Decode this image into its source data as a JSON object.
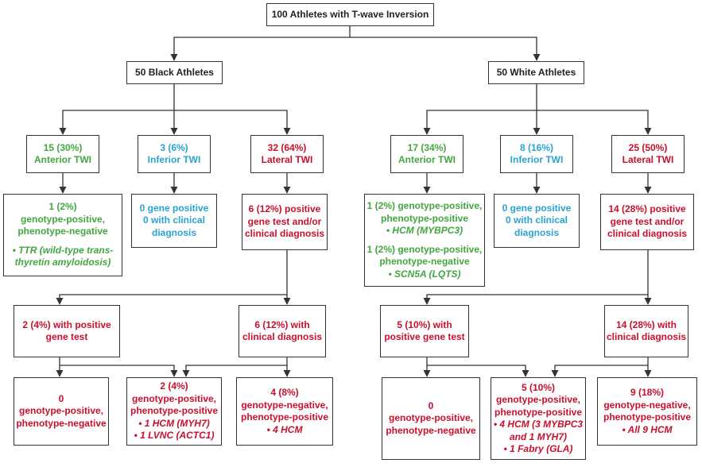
{
  "colors": {
    "green": "#43a63f",
    "blue": "#2aa3d0",
    "red": "#c8102e",
    "dark": "#222222",
    "line": "#333333"
  },
  "root": "100 Athletes with T-wave Inversion",
  "black": {
    "title": "50 Black Athletes",
    "anterior": {
      "pct": "15 (30%)",
      "label": "Anterior TWI"
    },
    "inferior": {
      "pct": "3 (6%)",
      "label": "Inferior TWI"
    },
    "lateral": {
      "pct": "32 (64%)",
      "label": "Lateral TWI"
    },
    "anterior_result": {
      "l1": "1 (2%)",
      "l2": "genotype-positive,",
      "l3": "phenotype-negative",
      "b1": "• TTR (wild-type trans-",
      "b2": "thyretin amyloidosis)"
    },
    "inferior_result": {
      "l1": "0 gene positive",
      "l2": "0 with clinical",
      "l3": "diagnosis"
    },
    "lateral_result": {
      "l1": "6 (12%) positive",
      "l2": "gene test and/or",
      "l3": "clinical diagnosis"
    },
    "gene_test": {
      "l1": "2 (4%) with positive",
      "l2": "gene test"
    },
    "clinical": {
      "l1": "6 (12%) with",
      "l2": "clinical diagnosis"
    },
    "out1": {
      "l1": "0",
      "l2": "genotype-positive,",
      "l3": "phenotype-negative"
    },
    "out2": {
      "l1": "2 (4%)",
      "l2": "genotype-positive,",
      "l3": "phenotype-positive",
      "b1": "• 1 HCM (MYH7)",
      "b2": "• 1 LVNC (ACTC1)"
    },
    "out3": {
      "l1": "4 (8%)",
      "l2": "genotype-negative,",
      "l3": "phenotype-positive",
      "b1": "• 4 HCM"
    }
  },
  "white": {
    "title": "50 White Athletes",
    "anterior": {
      "pct": "17 (34%)",
      "label": "Anterior TWI"
    },
    "inferior": {
      "pct": "8 (16%)",
      "label": "Inferior TWI"
    },
    "lateral": {
      "pct": "25 (50%)",
      "label": "Lateral TWI"
    },
    "anterior_result": {
      "a1": "1 (2%) genotype-positive,",
      "a2": "phenotype-positive",
      "ab": "• HCM (MYBPC3)",
      "c1": "1 (2%) genotype-positive,",
      "c2": "phenotype-negative",
      "cb": "• SCN5A (LQTS)"
    },
    "inferior_result": {
      "l1": "0 gene positive",
      "l2": "0 with clinical",
      "l3": "diagnosis"
    },
    "lateral_result": {
      "l1": "14 (28%) positive",
      "l2": "gene test and/or",
      "l3": "clinical diagnosis"
    },
    "gene_test": {
      "l1": "5 (10%) with",
      "l2": "positive gene test"
    },
    "clinical": {
      "l1": "14 (28%) with",
      "l2": "clinical diagnosis"
    },
    "out1": {
      "l1": "0",
      "l2": "genotype-positive,",
      "l3": "phenotype-negative"
    },
    "out2": {
      "l1": "5 (10%)",
      "l2": "genotype-positive,",
      "l3": "phenotype-positive",
      "b1": "• 4 HCM (3 MYBPC3",
      "b2": "and 1 MYH7)",
      "b3": "• 1 Fabry (GLA)"
    },
    "out3": {
      "l1": "9 (18%)",
      "l2": "genotype-negative,",
      "l3": "phenotype-positive",
      "b1": "• All 9 HCM"
    }
  }
}
